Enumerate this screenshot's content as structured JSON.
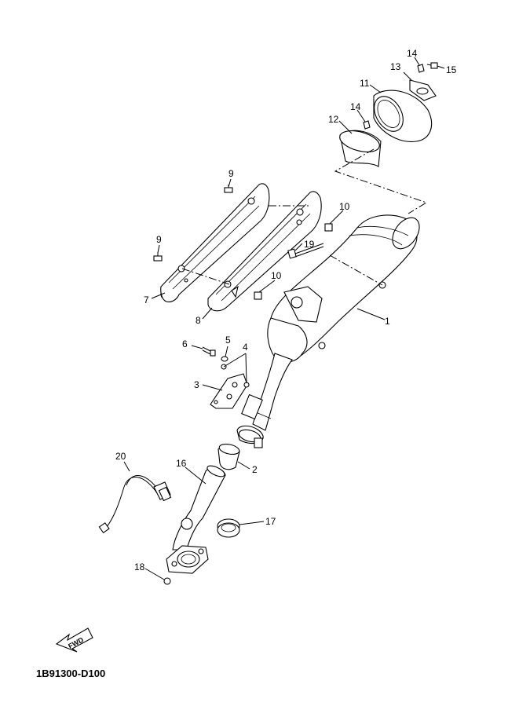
{
  "callouts": {
    "p1": "1",
    "p2": "2",
    "p3": "3",
    "p4": "4",
    "p5": "5",
    "p6": "6",
    "p7": "7",
    "p8": "8",
    "p9a": "9",
    "p9b": "9",
    "p10a": "10",
    "p10b": "10",
    "p11": "11",
    "p12": "12",
    "p13": "13",
    "p14a": "14",
    "p14b": "14",
    "p15": "15",
    "p16": "16",
    "p17": "17",
    "p18": "18",
    "p19": "19",
    "p20": "20"
  },
  "fwd_label": "FWD",
  "diagram_code": "1B91300-D100"
}
